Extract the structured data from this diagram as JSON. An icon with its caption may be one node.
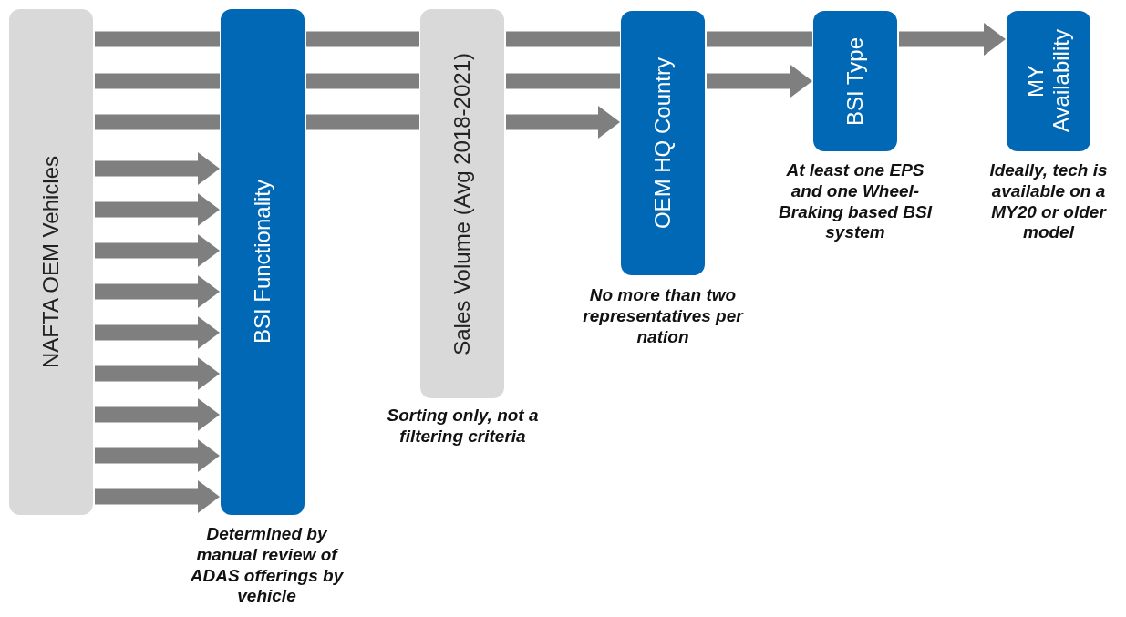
{
  "diagram": {
    "nodes": [
      {
        "text": [
          "NAFTA OEM Vehicles"
        ]
      },
      {
        "text": [
          "BSI Functionality"
        ],
        "beside": [
          "Determined by manual review of ADAS offerings by vehicle"
        ]
      },
      {
        "text": [
          "Sales Volume (Avg 2018-2021)"
        ],
        "beside": [
          "Sorting only, not a filtering criteria"
        ]
      },
      {
        "text": [
          "OEM HQ Country"
        ],
        "beside": [
          "No more than two representatives per nation"
        ]
      },
      {
        "text": [
          "BSI Type"
        ],
        "beside": [
          "At least one EPS and one Wheel-Braking based BSI system"
        ]
      },
      {
        "text": [
          "MY Availability"
        ],
        "beside": [
          "Ideally, tech is available on a MY20 or older model"
        ]
      }
    ],
    "edges": [
      {
        "from": 0,
        "to": 1,
        "arrow": "none"
      },
      {
        "from": 1,
        "to": 2,
        "arrow": "none"
      },
      {
        "from": 2,
        "to": 3,
        "arrow": "none"
      },
      {
        "from": 3,
        "to": 4,
        "arrow": "none"
      },
      {
        "from": 4,
        "to": 5,
        "arrow": "to"
      },
      {
        "from": 0,
        "to": 1,
        "arrow": "none"
      },
      {
        "from": 1,
        "to": 2,
        "arrow": "none"
      },
      {
        "from": 2,
        "to": 3,
        "arrow": "none"
      },
      {
        "from": 3,
        "to": 4,
        "arrow": "to"
      },
      {
        "from": 0,
        "to": 1,
        "arrow": "none"
      },
      {
        "from": 1,
        "to": 2,
        "arrow": "none"
      },
      {
        "from": 2,
        "to": 3,
        "arrow": "to"
      },
      {
        "from": 0,
        "to": 1,
        "arrow": "to"
      },
      {
        "from": 0,
        "to": 1,
        "arrow": "to"
      },
      {
        "from": 0,
        "to": 1,
        "arrow": "to"
      },
      {
        "from": 0,
        "to": 1,
        "arrow": "to"
      },
      {
        "from": 0,
        "to": 1,
        "arrow": "to"
      },
      {
        "from": 0,
        "to": 1,
        "arrow": "to"
      },
      {
        "from": 0,
        "to": 1,
        "arrow": "to"
      },
      {
        "from": 0,
        "to": 1,
        "arrow": "to"
      },
      {
        "from": 0,
        "to": 1,
        "arrow": "to"
      }
    ]
  }
}
